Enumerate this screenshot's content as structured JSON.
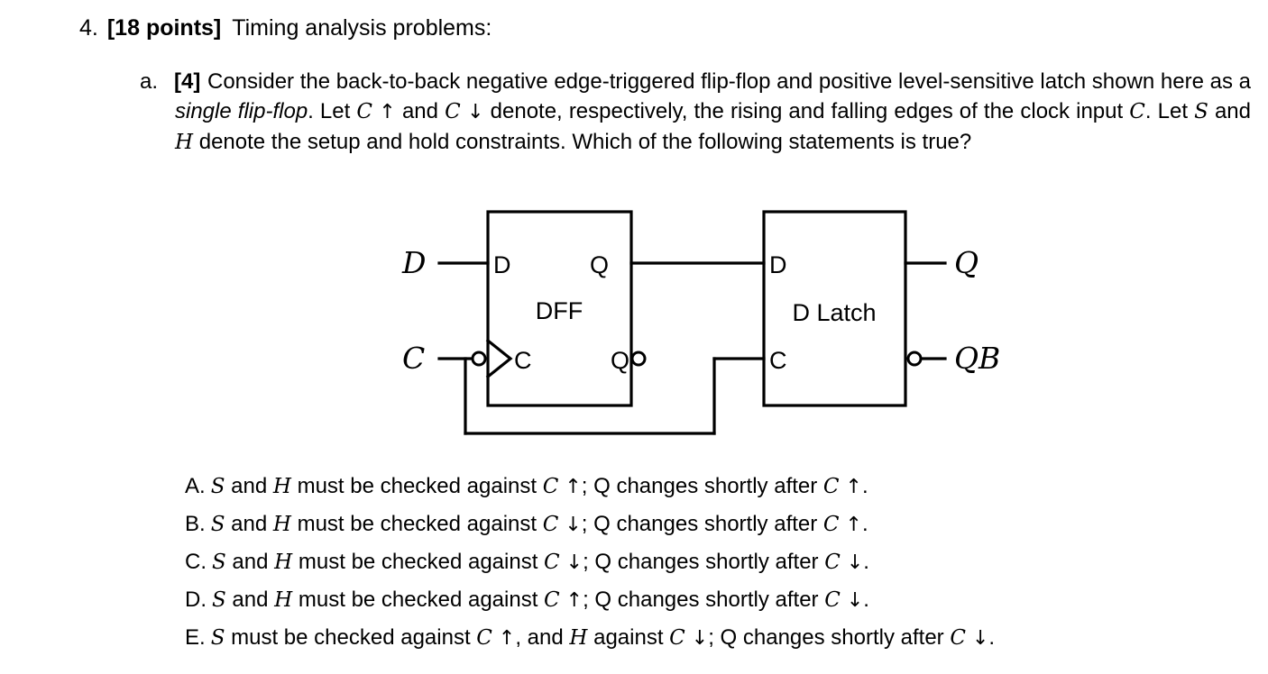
{
  "heading": {
    "number": "4.",
    "points": "[18 points]",
    "title": "Timing analysis problems:"
  },
  "part_a": {
    "label": "a.",
    "points": "[4]",
    "text_segments": [
      "Consider the back-to-back negative edge-triggered flip-flop and positive level-sensitive latch shown here as a ",
      "single flip-flop",
      ". Let ",
      "C",
      " ↑",
      " and ",
      "C",
      " ↓",
      " denote, respectively, the rising and falling edges of the clock input ",
      "C",
      ". Let ",
      "S",
      " and ",
      "H",
      " denote the setup and hold constraints. Which of the following statements is true?"
    ]
  },
  "diagram": {
    "input_labels": {
      "d": "D",
      "c": "C"
    },
    "output_labels": {
      "q": "Q",
      "qb": "QB"
    },
    "dff": {
      "title": "DFF",
      "pin_d": "D",
      "pin_c": "C",
      "pin_q": "Q",
      "pin_qb": "Q"
    },
    "latch": {
      "title": "D Latch",
      "pin_d": "D",
      "pin_c": "C"
    },
    "stroke_color": "#000000"
  },
  "options": [
    {
      "letter": "A.",
      "parts": [
        "S",
        " and ",
        "H",
        " must be checked against ",
        "C",
        " ↑",
        "; Q changes shortly after ",
        "C",
        " ↑",
        "."
      ]
    },
    {
      "letter": "B.",
      "parts": [
        "S",
        " and ",
        "H",
        " must be checked against ",
        "C",
        " ↓",
        "; Q changes shortly after ",
        "C",
        " ↑",
        "."
      ]
    },
    {
      "letter": "C.",
      "parts": [
        "S",
        " and ",
        "H",
        " must be checked against ",
        "C",
        " ↓",
        "; Q changes shortly after ",
        "C",
        " ↓",
        "."
      ]
    },
    {
      "letter": "D.",
      "parts": [
        "S",
        " and ",
        "H",
        " must be checked against ",
        "C",
        " ↑",
        "; Q changes shortly after ",
        "C",
        " ↓",
        "."
      ]
    },
    {
      "letter": "E.",
      "parts": [
        "S",
        " must be checked against ",
        "C",
        " ↑",
        ", and ",
        "H",
        " against ",
        "C",
        " ↓",
        "; Q changes shortly after ",
        "C",
        " ↓",
        "."
      ]
    }
  ]
}
